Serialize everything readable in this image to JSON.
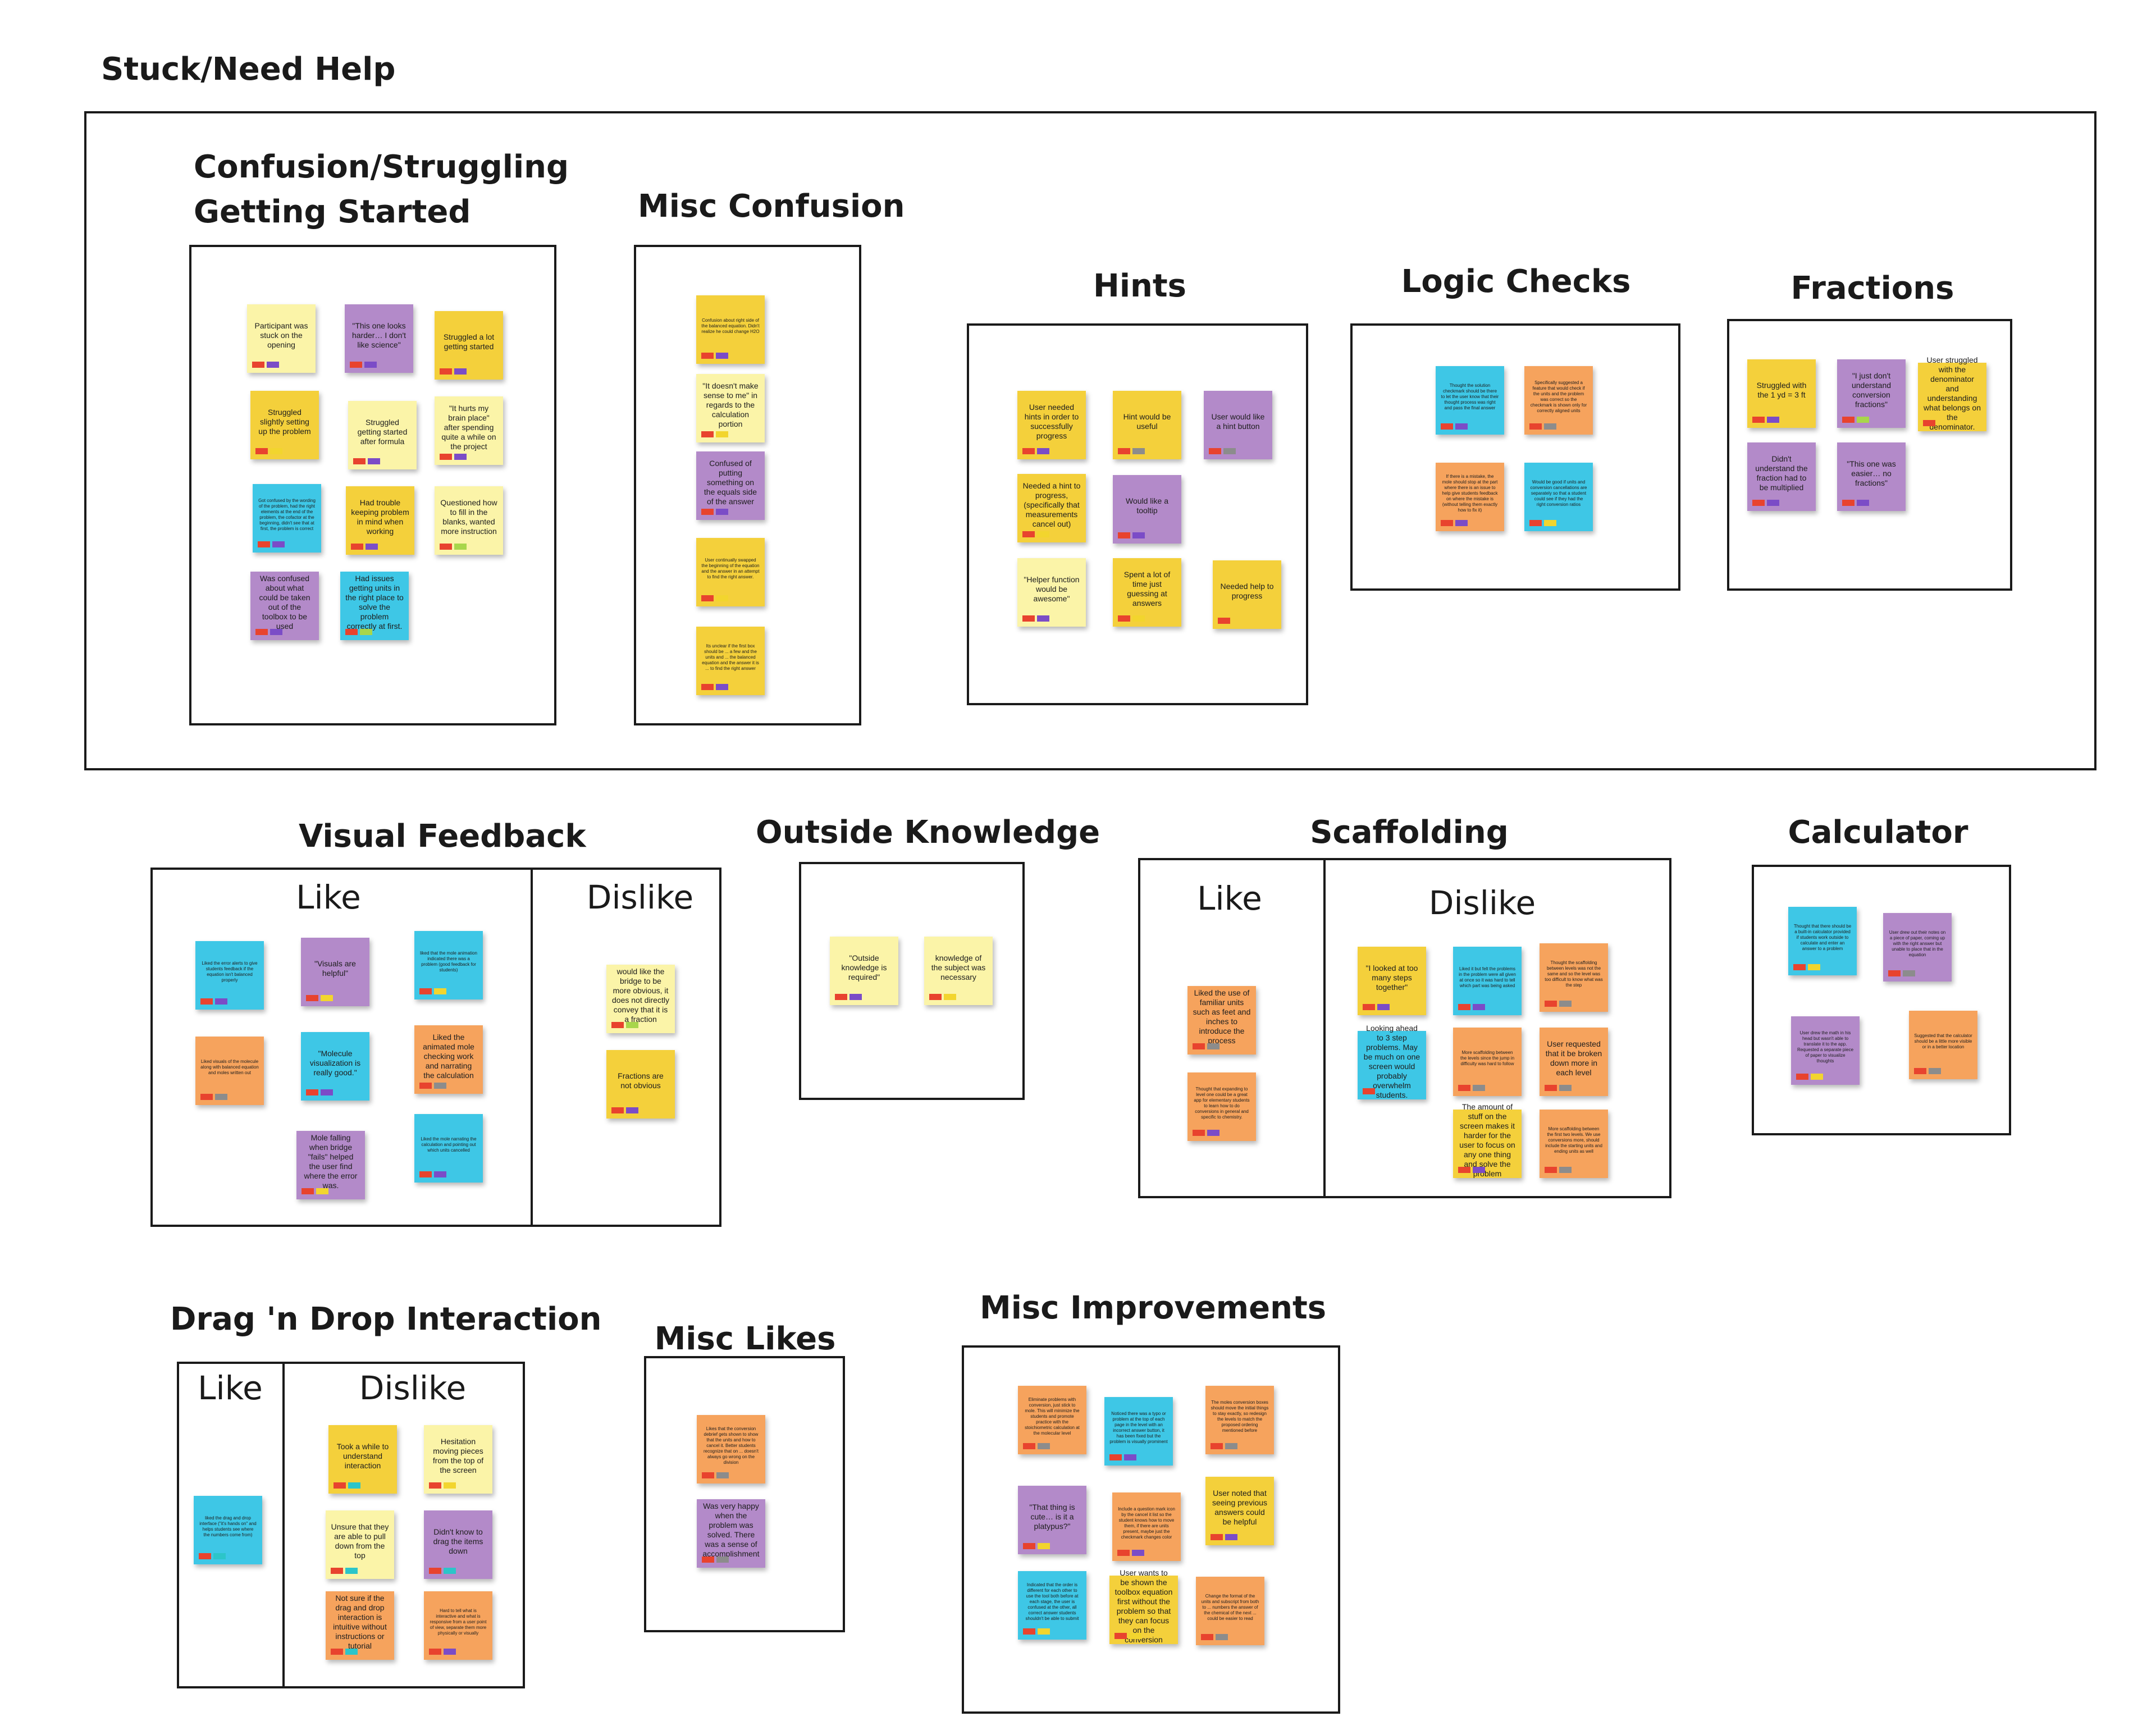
{
  "colors": {
    "yellow": "#f4d03b",
    "lyellow": "#fbf4a8",
    "purple": "#b38ac9",
    "blue": "#3ec7e6",
    "orange": "#f6a35d",
    "tag_red": "#e8432e",
    "tag_purple": "#7b4cc7",
    "tag_gray": "#8c8c8c",
    "tag_teal": "#2cc5c9",
    "tag_yellow": "#f2d52e",
    "tag_lime": "#a8d64b",
    "frame_border": "#1a1a1a"
  },
  "page": {
    "title": "Stuck/Need Help"
  },
  "sections": [
    {
      "id": "confusion",
      "title": "Confusion/Struggling\nGetting Started",
      "notes": [
        {
          "text": "Participant was stuck on the opening",
          "color": "lyellow",
          "tags": [
            "red",
            "purple"
          ]
        },
        {
          "text": "\"This one looks harder… I don't like science\"",
          "color": "purple",
          "tags": [
            "red",
            "purple"
          ]
        },
        {
          "text": "Struggled a lot getting started",
          "color": "yellow",
          "tags": [
            "red",
            "purple"
          ]
        },
        {
          "text": "Struggled slightly setting up the problem",
          "color": "yellow",
          "tags": [
            "red",
            "yellow"
          ]
        },
        {
          "text": "Struggled getting started after formula",
          "color": "lyellow",
          "tags": [
            "red",
            "purple"
          ]
        },
        {
          "text": "\"It hurts my brain place\" after spending quite a while on the project",
          "color": "lyellow",
          "tags": [
            "red",
            "purple"
          ]
        },
        {
          "text": "Got confused by the wording of the problem, had the right elements at the end of the problem, the cofactor at the beginning, didn't see that at first, the problem is correct",
          "color": "blue",
          "tags": [
            "red",
            "purple"
          ],
          "small": true
        },
        {
          "text": "Had trouble keeping problem in mind when working",
          "color": "yellow",
          "tags": [
            "red",
            "purple"
          ]
        },
        {
          "text": "Questioned how to fill in the blanks, wanted more instruction",
          "color": "lyellow",
          "tags": [
            "red",
            "lime"
          ]
        },
        {
          "text": "Was confused about what could be taken out of the toolbox to be used",
          "color": "purple",
          "tags": [
            "red",
            "purple"
          ]
        },
        {
          "text": "Had issues getting units in the right place to solve the problem correctly at first.",
          "color": "blue",
          "tags": [
            "red",
            "lime"
          ]
        }
      ]
    },
    {
      "id": "misc-confusion",
      "title": "Misc Confusion",
      "notes": [
        {
          "text": "Confusion about right side of the balanced equation. Didn't realize he could change H2O",
          "color": "yellow",
          "tags": [
            "red",
            "purple"
          ],
          "small": true
        },
        {
          "text": "\"It doesn't make sense to me\" in regards to the calculation portion",
          "color": "lyellow",
          "tags": [
            "red",
            "yellow"
          ]
        },
        {
          "text": "Confused of putting something on the equals side of the answer",
          "color": "purple",
          "tags": [
            "red",
            "purple"
          ]
        },
        {
          "text": "User continually swapped the beginning of the equation and the answer in an attempt to find the right answer.",
          "color": "yellow",
          "tags": [
            "red",
            "yellow"
          ],
          "small": true
        },
        {
          "text": "Its unclear if the first box should be ... a few and the units and ... the balanced equation and the answer it is ... to find the right answer",
          "color": "yellow",
          "tags": [
            "red",
            "purple"
          ],
          "small": true
        }
      ]
    },
    {
      "id": "hints",
      "title": "Hints",
      "notes": [
        {
          "text": "User needed hints in order to successfully progress",
          "color": "yellow",
          "tags": [
            "red",
            "purple"
          ]
        },
        {
          "text": "Hint would be useful",
          "color": "yellow",
          "tags": [
            "red",
            "gray"
          ]
        },
        {
          "text": "User would like a hint button",
          "color": "purple",
          "tags": [
            "red",
            "gray"
          ]
        },
        {
          "text": "Needed a hint to progress, (specifically that measurements cancel out)",
          "color": "yellow",
          "tags": [
            "red",
            "yellow"
          ]
        },
        {
          "text": "Would like a tooltip",
          "color": "purple",
          "tags": [
            "red",
            "purple"
          ]
        },
        {
          "text": "\"Helper function would be awesome\"",
          "color": "lyellow",
          "tags": [
            "red",
            "purple"
          ]
        },
        {
          "text": "Spent a lot of time just guessing at answers",
          "color": "yellow",
          "tags": [
            "red",
            "yellow"
          ]
        },
        {
          "text": "Needed help to progress",
          "color": "yellow",
          "tags": [
            "red"
          ]
        }
      ]
    },
    {
      "id": "logic-checks",
      "title": "Logic Checks",
      "notes": [
        {
          "text": "Thought the solution checkmark should be there to let the user know that their thought process was right and pass the final answer",
          "color": "blue",
          "tags": [
            "red",
            "purple"
          ],
          "small": true
        },
        {
          "text": "Specifically suggested a feature that would check if the units and the problem was correct so the checkmark is shown only for correctly aligned units",
          "color": "orange",
          "tags": [
            "red",
            "gray"
          ],
          "small": true
        },
        {
          "text": "If there is a mistake, the mole should stop at the part where there is an issue to help give students feedback on where the mistake is (without telling them exactly how to fix it)",
          "color": "orange",
          "tags": [
            "red",
            "purple"
          ],
          "small": true
        },
        {
          "text": "Would be good if units and conversion cancellations are separately so that a student could see if they had the right conversion ratios",
          "color": "blue",
          "tags": [
            "red",
            "yellow"
          ],
          "small": true
        }
      ]
    },
    {
      "id": "fractions",
      "title": "Fractions",
      "notes": [
        {
          "text": "Struggled with the 1 yd = 3 ft",
          "color": "yellow",
          "tags": [
            "red",
            "purple"
          ]
        },
        {
          "text": "\"I just don't understand conversion fractions\"",
          "color": "purple",
          "tags": [
            "red",
            "lime"
          ]
        },
        {
          "text": "User struggled with the denominator and understanding what belongs on the denominator.",
          "color": "yellow",
          "tags": [
            "red"
          ]
        },
        {
          "text": "Didn't understand the fraction had to be multiplied",
          "color": "purple",
          "tags": [
            "red",
            "purple"
          ]
        },
        {
          "text": "\"This one was easier… no fractions\"",
          "color": "purple",
          "tags": [
            "red",
            "purple"
          ]
        }
      ]
    },
    {
      "id": "visual-feedback",
      "title": "Visual Feedback",
      "like_label": "Like",
      "dislike_label": "Dislike",
      "like_notes": [
        {
          "text": "Liked the error alerts to give students feedback if the equation isn't balanced properly",
          "color": "blue",
          "tags": [
            "red",
            "purple"
          ],
          "small": true
        },
        {
          "text": "\"Visuals are helpful\"",
          "color": "purple",
          "tags": [
            "red",
            "yellow"
          ]
        },
        {
          "text": "liked that the mole animation indicated there was a problem (good feedback for students)",
          "color": "blue",
          "tags": [
            "red",
            "yellow"
          ],
          "small": true
        },
        {
          "text": "Liked visuals of the molecule along with balanced equation and moles written out",
          "color": "orange",
          "tags": [
            "red",
            "gray"
          ],
          "small": true
        },
        {
          "text": "\"Molecule visualization is really good.\"",
          "color": "blue",
          "tags": [
            "red",
            "purple"
          ]
        },
        {
          "text": "Liked the animated mole checking work and narrating the calculation",
          "color": "orange",
          "tags": [
            "red",
            "gray"
          ]
        },
        {
          "text": "Mole falling when bridge \"fails\" helped the user find where the error was.",
          "color": "purple",
          "tags": [
            "red",
            "yellow"
          ]
        },
        {
          "text": "Liked the mole narrating the calculation and pointing out which units cancelled",
          "color": "blue",
          "tags": [
            "red",
            "purple"
          ],
          "small": true
        }
      ],
      "dislike_notes": [
        {
          "text": "would like the bridge to be more obvious, it does not directly convey that it is a fraction",
          "color": "lyellow",
          "tags": [
            "red",
            "lime"
          ]
        },
        {
          "text": "Fractions are not obvious",
          "color": "yellow",
          "tags": [
            "red",
            "purple"
          ]
        }
      ]
    },
    {
      "id": "outside-knowledge",
      "title": "Outside Knowledge",
      "notes": [
        {
          "text": "\"Outside knowledge is required\"",
          "color": "lyellow",
          "tags": [
            "red",
            "purple"
          ]
        },
        {
          "text": "knowledge of the subject was necessary",
          "color": "lyellow",
          "tags": [
            "red",
            "yellow"
          ]
        }
      ]
    },
    {
      "id": "scaffolding",
      "title": "Scaffolding",
      "like_label": "Like",
      "dislike_label": "Dislike",
      "like_notes": [
        {
          "text": "Liked the use of familiar units such as feet and inches to introduce the process",
          "color": "orange",
          "tags": [
            "red",
            "gray"
          ]
        },
        {
          "text": "Thought that expanding to level one could be a great app for elementary students to learn how to do conversions in general and specific to chemistry.",
          "color": "orange",
          "tags": [
            "red",
            "purple"
          ],
          "small": true
        }
      ],
      "dislike_notes": [
        {
          "text": "\"I looked at too many steps together\"",
          "color": "yellow",
          "tags": [
            "red",
            "purple"
          ]
        },
        {
          "text": "Liked it but felt the problems in the problem were all given at once so it was hard to tell which part was being asked",
          "color": "blue",
          "tags": [
            "red",
            "purple"
          ],
          "small": true
        },
        {
          "text": "Thought the scaffolding between levels was not the same and so the level was too difficult to know what was the step",
          "color": "orange",
          "tags": [
            "red",
            "gray"
          ],
          "small": true
        },
        {
          "text": "Looking ahead to 3 step problems. May be much on one screen would probably overwhelm students.",
          "color": "blue",
          "tags": [
            "red"
          ]
        },
        {
          "text": "More scaffolding between the levels since the jump in difficulty was hard to follow",
          "color": "orange",
          "tags": [
            "red",
            "gray"
          ],
          "small": true
        },
        {
          "text": "User requested that it be broken down more in each level",
          "color": "orange",
          "tags": [
            "red",
            "gray"
          ]
        },
        {
          "text": "The amount of stuff on the screen makes it harder for the user to focus on any one thing and solve the problem",
          "color": "yellow",
          "tags": [
            "red",
            "purple"
          ]
        },
        {
          "text": "More scaffolding between the first two levels. We use conversions more, should include the starting units and ending units as well",
          "color": "orange",
          "tags": [
            "red",
            "gray"
          ],
          "small": true
        }
      ]
    },
    {
      "id": "calculator",
      "title": "Calculator",
      "notes": [
        {
          "text": "Thought that there should be a built-in calculator provided if students work outside to calculate and enter an answer to a problem",
          "color": "blue",
          "tags": [
            "red",
            "yellow"
          ],
          "small": true
        },
        {
          "text": "User drew out their notes on a piece of paper, coming up with the right answer but unable to place that in the equation",
          "color": "purple",
          "tags": [
            "red",
            "gray"
          ],
          "small": true
        },
        {
          "text": "User drew the math in his head but wasn't able to translate it to the app. Requested a separate piece of paper to visualize thoughts",
          "color": "purple",
          "tags": [
            "red",
            "yellow"
          ],
          "small": true
        },
        {
          "text": "Suggested that the calculator should be a little more visible or in a better location",
          "color": "orange",
          "tags": [
            "red",
            "gray"
          ],
          "small": true
        }
      ]
    },
    {
      "id": "drag-drop",
      "title": "Drag 'n Drop Interaction",
      "like_label": "Like",
      "dislike_label": "Dislike",
      "like_notes": [
        {
          "text": "liked the drag and drop interface (\"it's hands on\" and helps students see where the numbers come from)",
          "color": "blue",
          "tags": [
            "red",
            "teal"
          ],
          "small": true
        }
      ],
      "dislike_notes": [
        {
          "text": "Took a while to understand interaction",
          "color": "yellow",
          "tags": [
            "red",
            "teal"
          ]
        },
        {
          "text": "Hesitation moving pieces from the top of the screen",
          "color": "lyellow",
          "tags": [
            "red",
            "yellow"
          ]
        },
        {
          "text": "Unsure that they are able to pull down from the top",
          "color": "lyellow",
          "tags": [
            "red",
            "teal"
          ]
        },
        {
          "text": "Didn't know to drag the items down",
          "color": "purple",
          "tags": [
            "red",
            "teal"
          ]
        },
        {
          "text": "Not sure if the drag and drop interaction is intuitive without instructions or tutorial",
          "color": "orange",
          "tags": [
            "red",
            "teal"
          ]
        },
        {
          "text": "Hard to tell what is interactive and what is responsive from a user point of view, separate them more physically or visually",
          "color": "orange",
          "tags": [
            "red",
            "purple"
          ],
          "small": true
        }
      ]
    },
    {
      "id": "misc-likes",
      "title": "Misc Likes",
      "notes": [
        {
          "text": "Likes that the conversion debrief gets shown to show that the units and how to cancel it. Better students recognize that on ... doesn't always go wrong on the division",
          "color": "orange",
          "tags": [
            "red",
            "gray"
          ],
          "small": true
        },
        {
          "text": "Was very happy when the problem was solved. There was a sense of accomplishment",
          "color": "purple",
          "tags": [
            "red",
            "gray"
          ]
        }
      ]
    },
    {
      "id": "misc-improvements",
      "title": "Misc Improvements",
      "notes": [
        {
          "text": "Eliminate problems with conversion, just stick to mole. This will minimize the students and promote practice with the stoichiometric calculation at the molecular level",
          "color": "orange",
          "tags": [
            "red",
            "gray"
          ],
          "small": true
        },
        {
          "text": "Noticed there was a typo or problem at the top of each page in the level with an incorrect answer button, it has been fixed but the problem is visually prominent",
          "color": "blue",
          "tags": [
            "red",
            "purple"
          ],
          "small": true
        },
        {
          "text": "The moles conversion boxes should move the initial things to stay exactly, so redesign the levels to match the proposed ordering mentioned before",
          "color": "orange",
          "tags": [
            "red",
            "gray"
          ],
          "small": true
        },
        {
          "text": "\"That thing is cute… is it a platypus?\"",
          "color": "purple",
          "tags": [
            "red",
            "yellow"
          ]
        },
        {
          "text": "Include a question mark icon by the cancel it list so the student knows how to move them, if there are units present, maybe just the checkmark changes color",
          "color": "orange",
          "tags": [
            "red",
            "purple"
          ],
          "small": true
        },
        {
          "text": "User noted that seeing previous answers could be helpful",
          "color": "yellow",
          "tags": [
            "red",
            "purple"
          ]
        },
        {
          "text": "Indicated that the order is different for each other to use the tool both before at each stage, the user is confused at the other, all correct answer students shouldn't be able to submit",
          "color": "blue",
          "tags": [
            "red",
            "yellow"
          ],
          "small": true
        },
        {
          "text": "User wants to be shown the toolbox equation first without the problem so that they can focus on the conversion",
          "color": "yellow",
          "tags": [
            "red",
            "yellow"
          ]
        },
        {
          "text": "Change the format of the units and subscript from both to ... numbers the answer of the chemical of the next ... could be easier to read",
          "color": "orange",
          "tags": [
            "red",
            "gray"
          ],
          "small": true
        }
      ]
    }
  ]
}
